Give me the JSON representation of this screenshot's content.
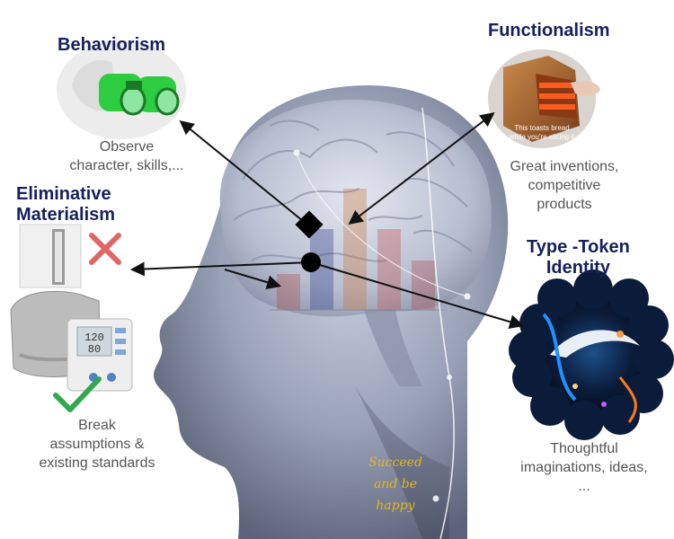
{
  "concepts": {
    "behaviorism": {
      "title": "Behaviorism",
      "desc_lines": [
        "Observe",
        "character, skills,..."
      ]
    },
    "functionalism": {
      "title": "Functionalism",
      "desc_lines": [
        "Great inventions,",
        "competitive",
        "products"
      ],
      "image_caption_lines": [
        "This toasts bread",
        "while you're slicing it"
      ]
    },
    "eliminative_materialism": {
      "title_lines": [
        "Eliminative",
        "Materialism"
      ],
      "desc_lines": [
        "Break",
        "assumptions &",
        "existing standards"
      ],
      "monitor_readings": [
        "120",
        "80"
      ]
    },
    "type_token_identity": {
      "title_lines": [
        "Type -Token",
        "Identity"
      ],
      "desc_lines": [
        "Thoughtful",
        "imaginations, ideas,",
        "..."
      ]
    }
  },
  "motto_lines": [
    "Succeed",
    "and be",
    "happy"
  ],
  "colors": {
    "title": "#16205c",
    "description": "#555555",
    "motto": "#e6b422",
    "arrow": "#111111",
    "binoculars": "#2ecc40",
    "check_mark": "#33a852",
    "cross_mark": "#e06666"
  },
  "icons": [
    "binoculars-icon",
    "toaster-bread-icon",
    "blood-pressure-monitor-icon",
    "check-mark-icon",
    "cross-mark-icon",
    "cosmic-art-icon",
    "diamond-marker-icon",
    "circle-marker-icon"
  ]
}
